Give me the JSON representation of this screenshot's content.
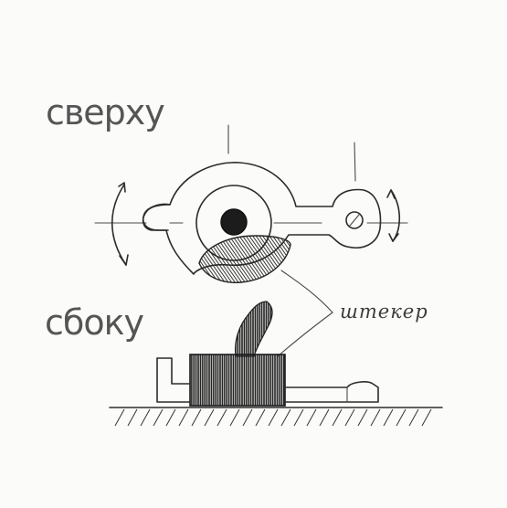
{
  "labels": {
    "top_view": "сверху",
    "side_view": "сбоку",
    "plug": "штекер"
  }
}
